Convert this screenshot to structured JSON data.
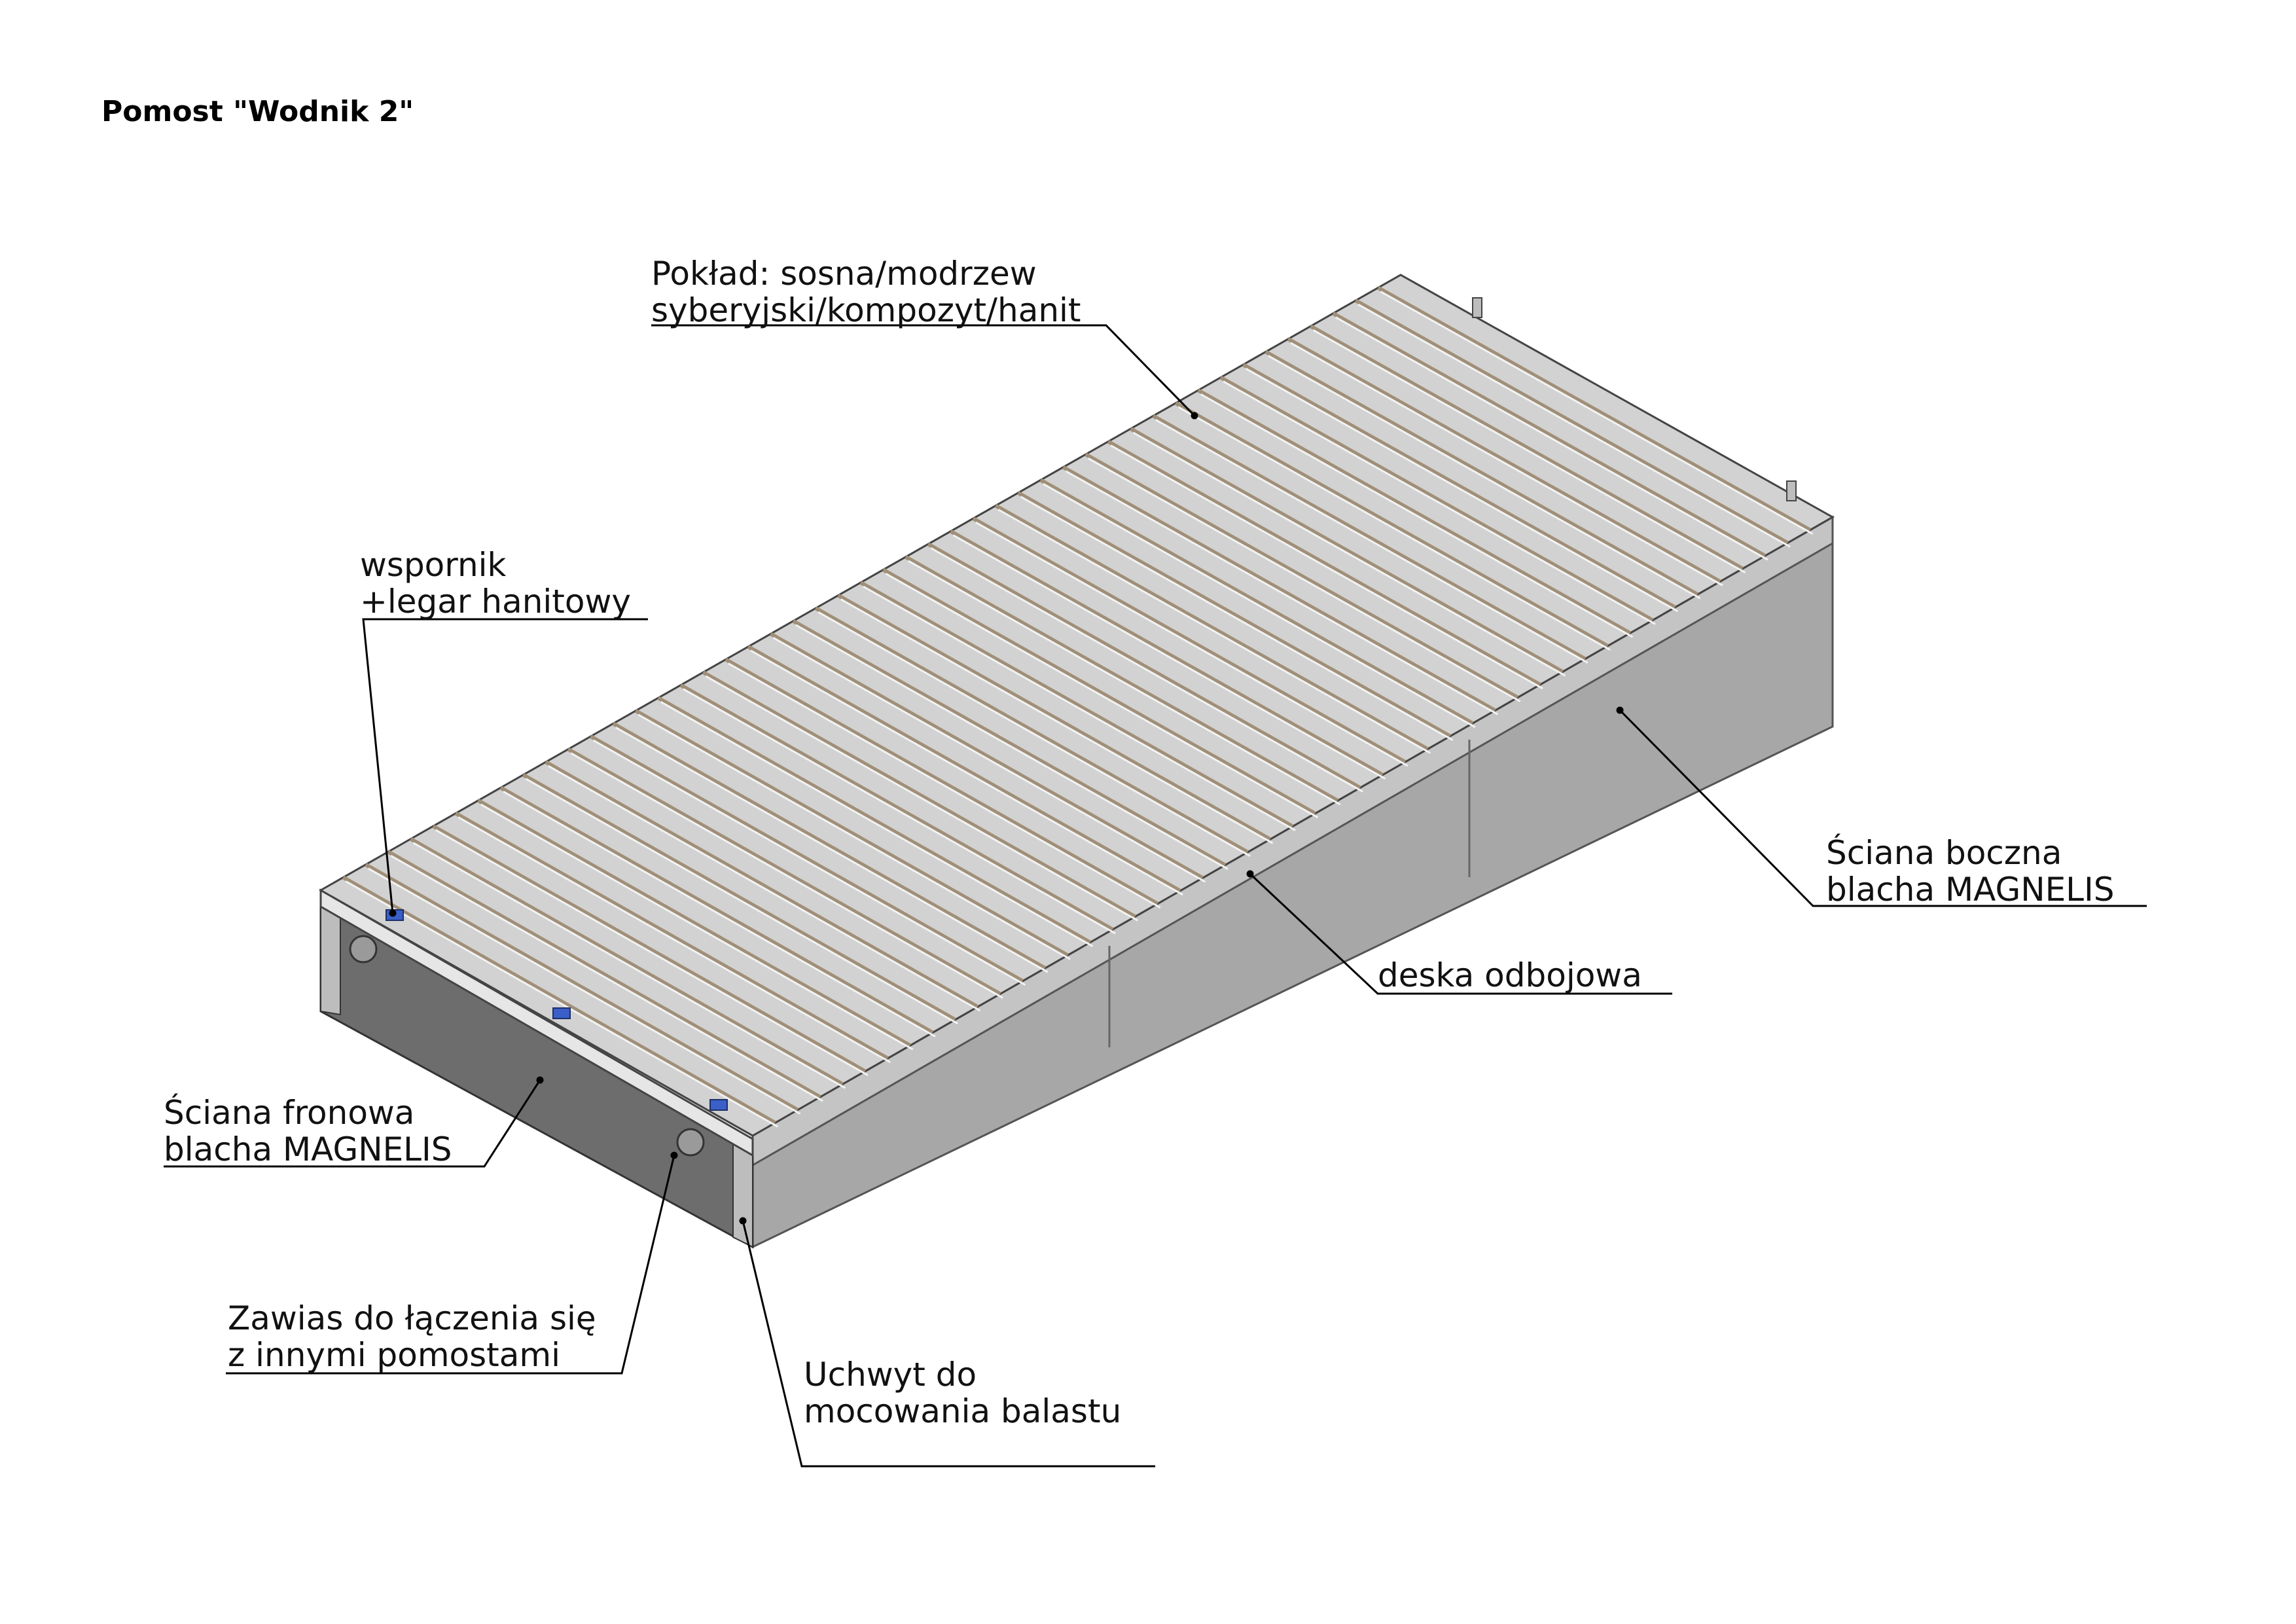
{
  "title": "Pomost \"Wodnik 2\"",
  "labels": {
    "deck": {
      "line1": "Pokład: sosna/modrzew",
      "line2": "syberyjski/kompozyt/hanit"
    },
    "bracket": {
      "line1": "wspornik",
      "line2": "+legar hanitowy"
    },
    "side_wall": {
      "line1": "Ściana boczna",
      "line2": "blacha MAGNELIS"
    },
    "fender": {
      "line1": "deska odbojowa"
    },
    "front_wall": {
      "line1": "Ściana fronowa",
      "line2": "blacha MAGNELIS"
    },
    "hinge": {
      "line1": "Zawias do łączenia się",
      "line2": "z innymi pomostami"
    },
    "ballast": {
      "line1": "Uchwyt do",
      "line2": "mocowania balastu"
    }
  },
  "colors": {
    "deck_board": "#cfcfcf",
    "deck_gap": "#a08f78",
    "side_wall": "#a9a9a9",
    "front_wall": "#6f6f6f",
    "frame": "#8e8e8e",
    "hinge_accent": "#3a5fc8",
    "leader": "#000000"
  },
  "deck": {
    "board_count": 48
  }
}
